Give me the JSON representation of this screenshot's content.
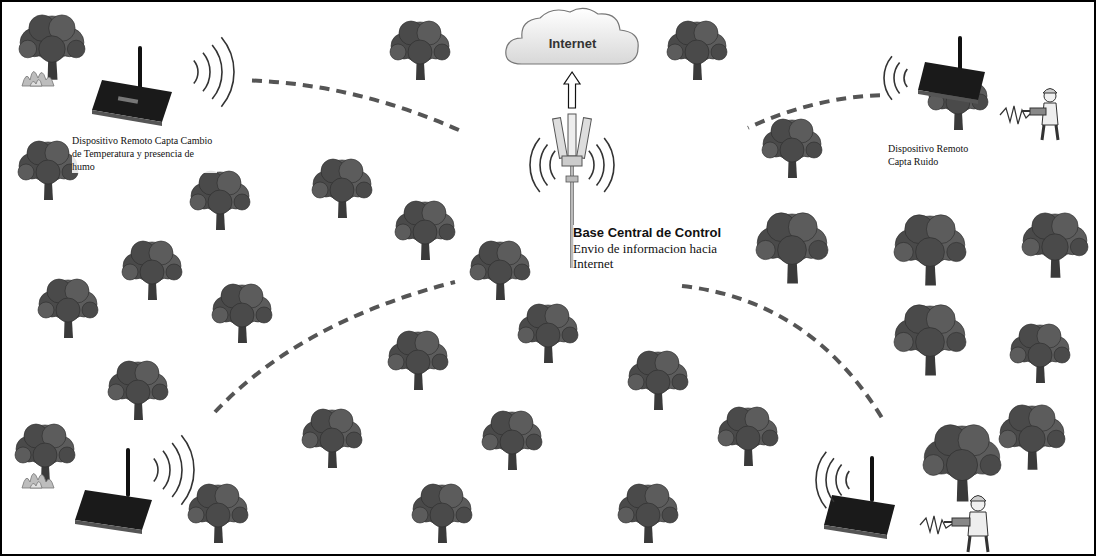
{
  "diagram": {
    "nodes": [
      {
        "text": [
          "Internet"
        ]
      },
      {
        "text": [
          "Dispositivo Remoto Capta Cambio de Temperatura y presencia de humo"
        ]
      },
      {
        "text": [
          "Dispositivo Remoto Capta Ruido"
        ]
      },
      {
        "text": [
          "Base Central de Control",
          "Envio de informacion hacia Internet"
        ]
      }
    ],
    "edges": [
      {
        "from": 3,
        "to": 0,
        "arrow": "to"
      },
      {
        "from": 1,
        "to": 3,
        "arrow": "none"
      },
      {
        "from": 2,
        "to": 3,
        "arrow": "none"
      }
    ]
  }
}
